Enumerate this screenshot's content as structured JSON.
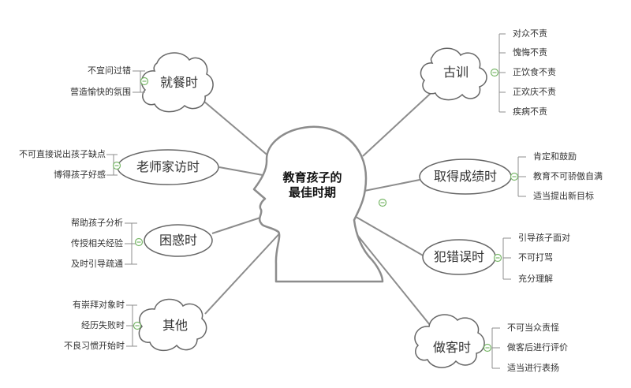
{
  "center": {
    "line1": "教育孩子的",
    "line2": "最佳时期"
  },
  "colors": {
    "line": "#8c8c8c",
    "node_border": "#666666",
    "toggle": "#7ab86a"
  },
  "branches": {
    "dining": {
      "title": "就餐时",
      "items": [
        "不宜问过错",
        "营造愉快的氛围"
      ]
    },
    "teacher": {
      "title": "老师家访时",
      "items": [
        "不可直接说出孩子缺点",
        "博得孩子好感"
      ]
    },
    "confused": {
      "title": "困惑时",
      "items": [
        "帮助孩子分析",
        "传授相关经验",
        "及时引导疏通"
      ]
    },
    "other": {
      "title": "其他",
      "items": [
        "有崇拜对象时",
        "经历失败时",
        "不良习惯开始时"
      ]
    },
    "ancient": {
      "title": "古训",
      "items": [
        "对众不责",
        "愧悔不责",
        "正饮食不责",
        "正欢庆不责",
        "疾病不责"
      ]
    },
    "success": {
      "title": "取得成绩时",
      "items": [
        "肯定和鼓励",
        "教育不可骄傲自满",
        "适当提出新目标"
      ]
    },
    "mistake": {
      "title": "犯错误时",
      "items": [
        "引导孩子面对",
        "不可打骂",
        "充分理解"
      ]
    },
    "guest": {
      "title": "做客时",
      "items": [
        "不可当众责怪",
        "做客后进行评价",
        "适当进行表扬"
      ]
    }
  }
}
